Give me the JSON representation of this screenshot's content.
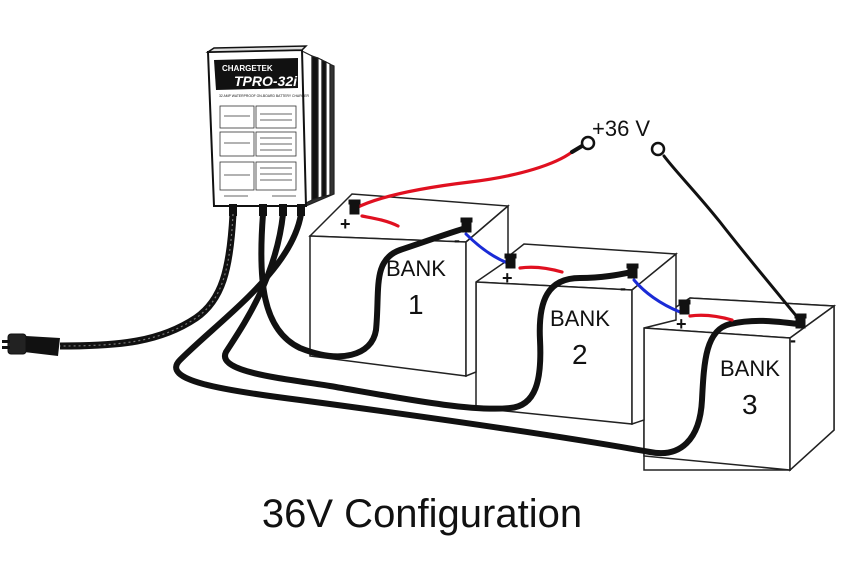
{
  "caption": "36V Configuration",
  "charger": {
    "brand": "CHARGETEK",
    "model": "TPRO-32i",
    "subtitle": "32 AMP WATERPROOF ON-BOARD BATTERY CHARGER"
  },
  "output_label": "+36 V",
  "banks": [
    {
      "word": "BANK",
      "number": "1"
    },
    {
      "word": "BANK",
      "number": "2"
    },
    {
      "word": "BANK",
      "number": "3"
    }
  ],
  "terminal_labels": {
    "positive": "+",
    "negative": "-"
  },
  "colors": {
    "positive_wire": "#e01020",
    "jumper_wire": "#1a2bd6",
    "cable": "#111111",
    "outline": "#222222"
  }
}
